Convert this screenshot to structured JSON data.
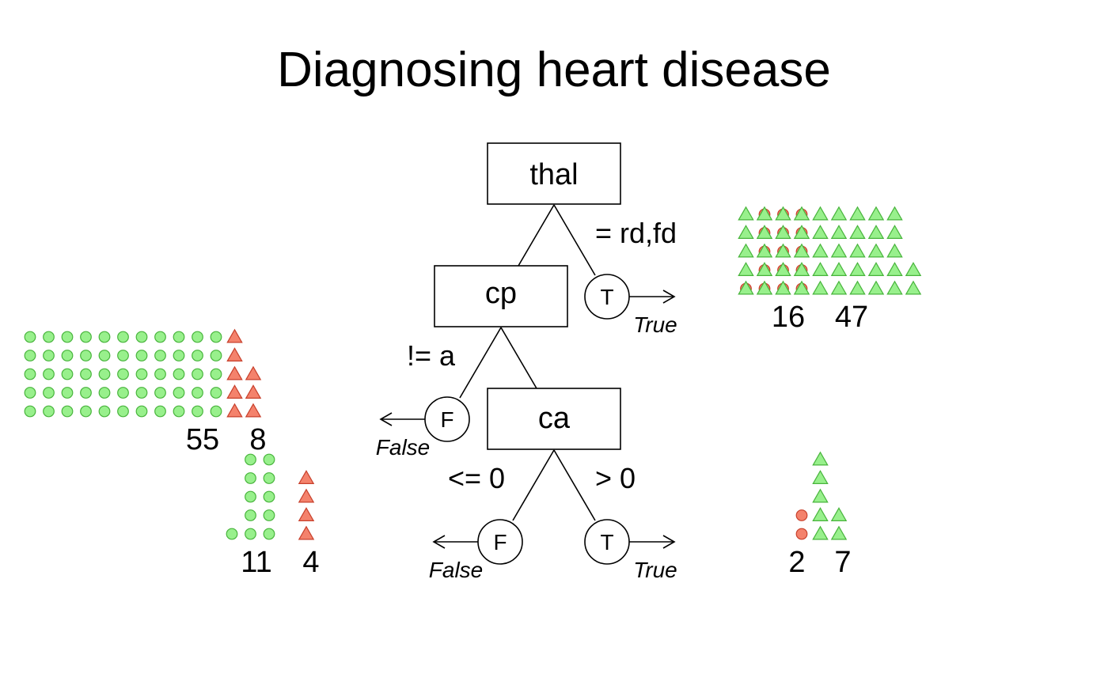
{
  "title": "Diagnosing heart disease",
  "colors": {
    "green_fill": "#98f08c",
    "green_stroke": "#48b43c",
    "red_fill": "#f4826c",
    "red_stroke": "#c8402c"
  },
  "tree": {
    "nodes": {
      "root": "thal",
      "cp": "cp",
      "ca": "ca"
    },
    "edge_labels": {
      "thal_true": "= rd,fd",
      "cp_false": "!= a",
      "ca_false": "<= 0",
      "ca_true": "> 0"
    },
    "leaves": {
      "thal_T": {
        "letter": "T",
        "word": "True"
      },
      "cp_F": {
        "letter": "F",
        "word": "False"
      },
      "ca_F": {
        "letter": "F",
        "word": "False"
      },
      "ca_T": {
        "letter": "T",
        "word": "True"
      }
    }
  },
  "leaf_counts": {
    "thal_true": {
      "circles": {
        "value": 16,
        "color": "red"
      },
      "triangles": {
        "value": 47,
        "color": "green"
      }
    },
    "cp_false": {
      "circles": {
        "value": 55,
        "color": "green"
      },
      "triangles": {
        "value": 8,
        "color": "red"
      }
    },
    "ca_false": {
      "circles": {
        "value": 11,
        "color": "green"
      },
      "triangles": {
        "value": 4,
        "color": "red"
      }
    },
    "ca_true": {
      "circles": {
        "value": 2,
        "color": "red"
      },
      "triangles": {
        "value": 7,
        "color": "green"
      }
    }
  }
}
